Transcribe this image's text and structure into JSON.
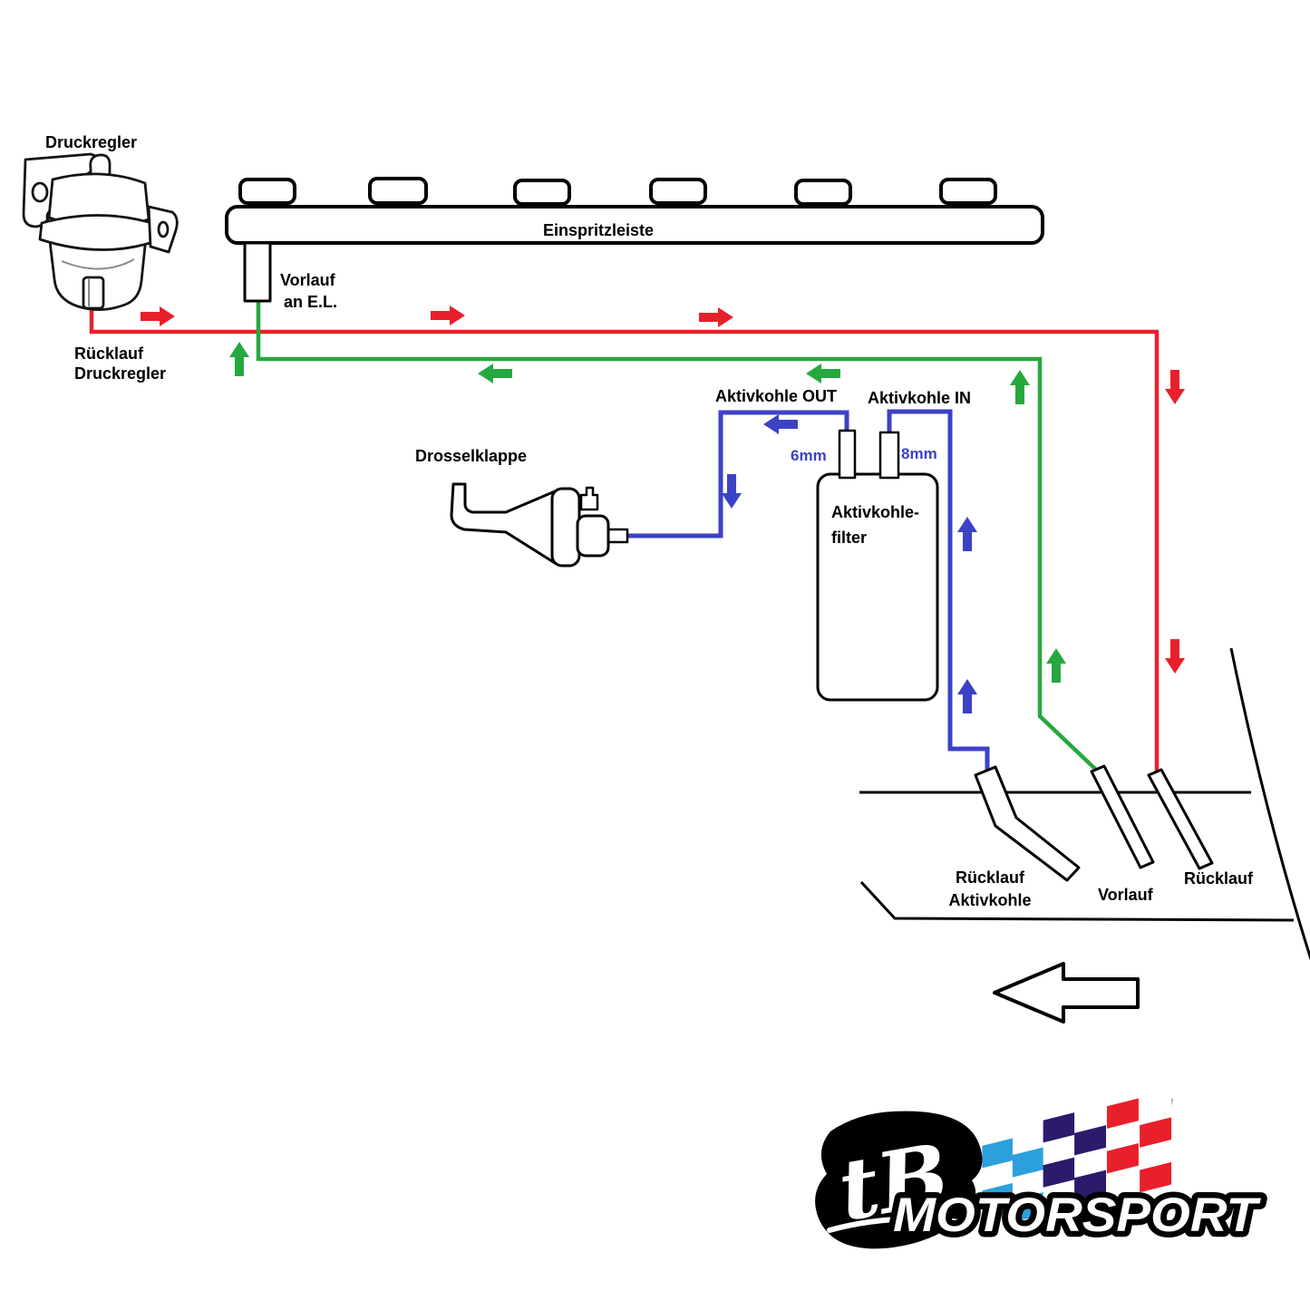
{
  "labels": {
    "druckregler": "Druckregler",
    "einspritzleiste": "Einspritzleiste",
    "vorlauf_el_line1": "Vorlauf",
    "vorlauf_el_line2": "an E.L.",
    "ruecklauf_druckregler_line1": "Rücklauf",
    "ruecklauf_druckregler_line2": "Druckregler",
    "aktivkohle_out": "Aktivkohle OUT",
    "aktivkohle_in": "Aktivkohle IN",
    "size_6mm": "6mm",
    "size_8mm": "8mm",
    "drosselklappe": "Drosselklappe",
    "aktivkohlefilter_line1": "Aktivkohle-",
    "aktivkohlefilter_line2": "filter",
    "ruecklauf_aktivkohle_line1": "Rücklauf",
    "ruecklauf_aktivkohle_line2": "Aktivkohle",
    "vorlauf_tank": "Vorlauf",
    "ruecklauf_tank": "Rücklauf"
  },
  "logo": {
    "monogram": "tB",
    "brand": "MOTORSPORT"
  },
  "colors": {
    "supply_red": "#e8202b",
    "return_green": "#27a83e",
    "vapor_blue": "#3c42c6",
    "flag_blue": "#2ba0da",
    "flag_navy": "#2c1a6b",
    "flag_red": "#e8202b"
  }
}
